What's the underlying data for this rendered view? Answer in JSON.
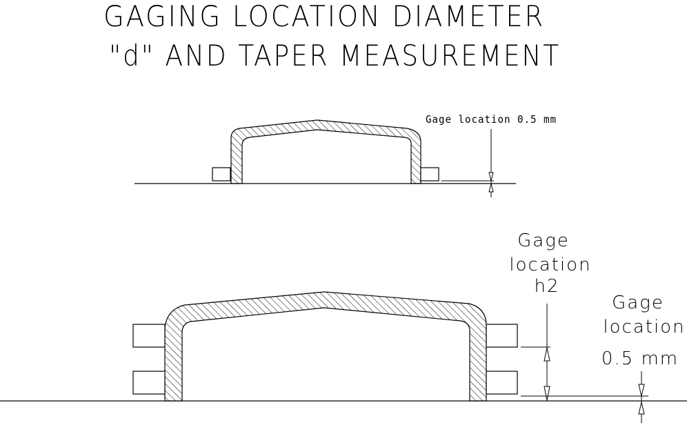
{
  "title": {
    "line1": "GAGING LOCATION DIAMETER",
    "line2": "\"d\" AND TAPER MEASUREMENT"
  },
  "small_part": {
    "gage_label": "Gage location 0.5 mm"
  },
  "large_part": {
    "gage_h2_line1": "Gage",
    "gage_h2_line2": "location",
    "gage_h2_line3": "h2",
    "gage_05_line1": "Gage",
    "gage_05_line2": "location",
    "gage_05_line3": "0.5 mm"
  }
}
